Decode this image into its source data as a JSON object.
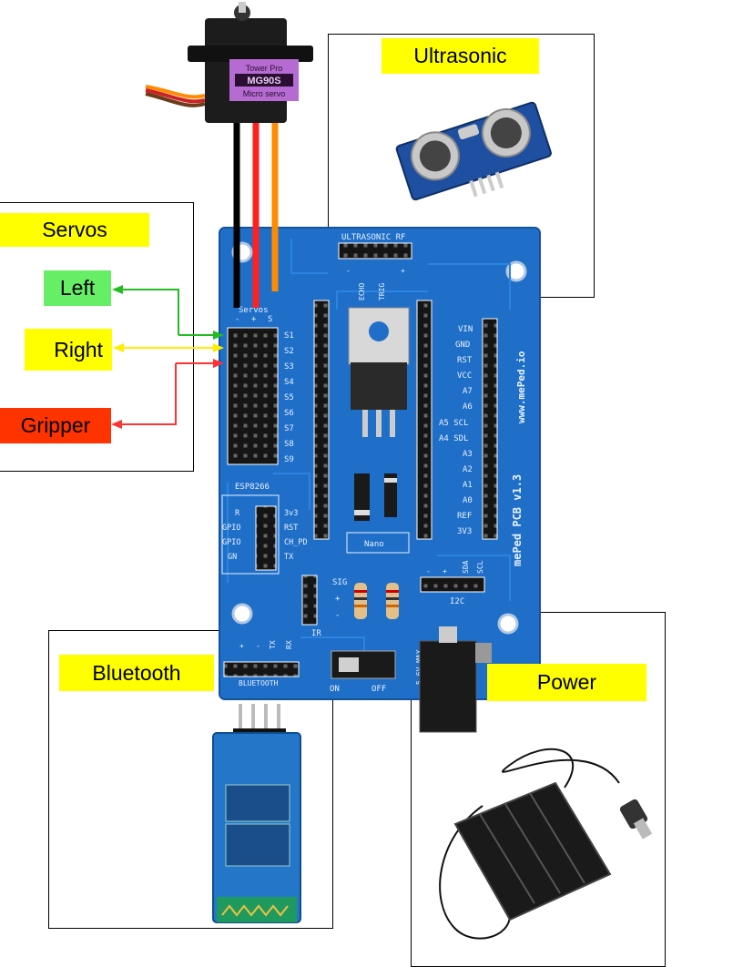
{
  "labels": {
    "servos": "Servos",
    "left": "Left",
    "right": "Right",
    "gripper": "Gripper",
    "ultrasonic": "Ultrasonic",
    "bluetooth": "Bluetooth",
    "power": "Power"
  },
  "servo_motor": {
    "brand": "Tower Pro",
    "model": "MG90S",
    "type": "Micro servo",
    "wire_colors": [
      "#000000",
      "#ff2020",
      "#ff8c00"
    ]
  },
  "pcb": {
    "title": "mePed PCB v1.3",
    "url": "www.mePed.io",
    "ultrasonic_header": "ULTRASONIC RF",
    "ultrasonic_pins": [
      "-",
      "ECHO",
      "TRIG",
      "+"
    ],
    "servo_header": "Servos",
    "servo_header_pins": [
      "-",
      "+",
      "S"
    ],
    "servo_pins": [
      "S1",
      "S2",
      "S3",
      "S4",
      "S5",
      "S6",
      "S7",
      "S8",
      "S9"
    ],
    "esp_label": "ESP8266",
    "esp_left_pins": [
      "R",
      "GPIO",
      "GPIO",
      "GN"
    ],
    "esp_right_pins": [
      "3v3",
      "RST",
      "CH_PD",
      "TX"
    ],
    "nano_label": "Nano",
    "nano_pins": [
      "VIN",
      "GND",
      "RST",
      "VCC",
      "A7",
      "A6",
      "A5 SCL",
      "A4 SDL",
      "A3",
      "A2",
      "A1",
      "A0",
      "REF",
      "3V3"
    ],
    "ir_label": "IR",
    "ir_pins": [
      "SIG",
      "+",
      "-"
    ],
    "i2c_label": "I2C",
    "i2c_pins": [
      "-",
      "+",
      "SDA",
      "SCL"
    ],
    "bt_label": "BLUETOOTH",
    "bt_pins": [
      "+",
      "-",
      "TX",
      "RX"
    ],
    "switch_on": "ON",
    "switch_off": "OFF",
    "jack_label": "5-6V MAX"
  },
  "colors": {
    "pcb_blue": "#1f6fc8",
    "arrow_green": "#22bb22",
    "arrow_yellow": "#ffee00",
    "arrow_red": "#ff3333"
  }
}
